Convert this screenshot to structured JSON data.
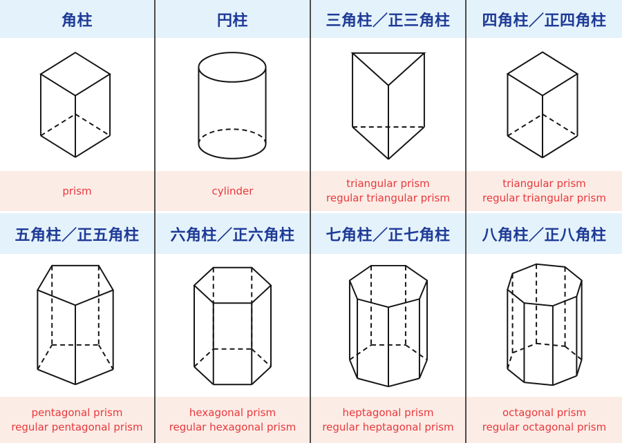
{
  "palette": {
    "header_bg": "#e4f2fb",
    "label_bg": "#fcece6",
    "title_color": "#1e3a96",
    "label_color": "#e8383b",
    "divider_color": "#4a4a4a",
    "stroke_color": "#151515"
  },
  "cells": [
    {
      "title": "角柱",
      "labels": [
        "prism"
      ],
      "figure": {
        "kind": "prism",
        "sides": 4,
        "name": "square-prism-figure"
      }
    },
    {
      "title": "円柱",
      "labels": [
        "cylinder"
      ],
      "figure": {
        "kind": "cylinder",
        "name": "cylinder-figure"
      }
    },
    {
      "title": "三角柱／正三角柱",
      "labels": [
        "triangular prism",
        "regular triangular prism"
      ],
      "figure": {
        "kind": "prism",
        "sides": 3,
        "name": "triangular-prism-figure"
      }
    },
    {
      "title": "四角柱／正四角柱",
      "labels": [
        "triangular prism",
        "regular triangular prism"
      ],
      "figure": {
        "kind": "prism",
        "sides": 4,
        "name": "square-prism-figure"
      }
    },
    {
      "title": "五角柱／正五角柱",
      "labels": [
        "pentagonal prism",
        "regular pentagonal prism"
      ],
      "figure": {
        "kind": "prism",
        "sides": 5,
        "name": "pentagonal-prism-figure"
      }
    },
    {
      "title": "六角柱／正六角柱",
      "labels": [
        "hexagonal prism",
        "regular hexagonal prism"
      ],
      "figure": {
        "kind": "prism",
        "sides": 6,
        "name": "hexagonal-prism-figure"
      }
    },
    {
      "title": "七角柱／正七角柱",
      "labels": [
        "heptagonal prism",
        "regular heptagonal prism"
      ],
      "figure": {
        "kind": "prism",
        "sides": 7,
        "name": "heptagonal-prism-figure"
      }
    },
    {
      "title": "八角柱／正八角柱",
      "labels": [
        "octagonal prism",
        "regular octagonal prism"
      ],
      "figure": {
        "kind": "prism",
        "sides": 8,
        "rotation": 10,
        "name": "octagonal-prism-figure"
      }
    }
  ]
}
